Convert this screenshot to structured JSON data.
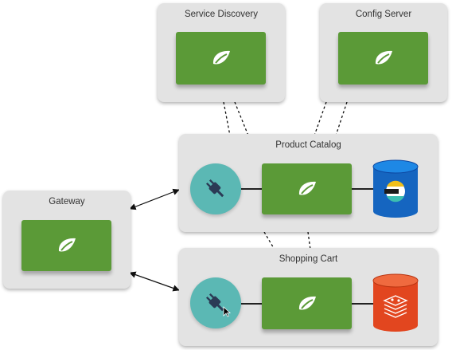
{
  "colors": {
    "panel_bg": "#e3e3e3",
    "service_green": "#5b9a37",
    "plug_teal": "#5bb8b4",
    "elastic_blue": "#1565c0",
    "redis_red": "#e2461f"
  },
  "panels": {
    "service_discovery": {
      "title": "Service Discovery",
      "icon": "spring-leaf-icon"
    },
    "config_server": {
      "title": "Config Server",
      "icon": "spring-leaf-icon"
    },
    "product_catalog": {
      "title": "Product Catalog",
      "icon": "spring-leaf-icon",
      "connector_icon": "plug-icon",
      "datastore_icon": "elasticsearch-database-icon"
    },
    "gateway": {
      "title": "Gateway",
      "icon": "spring-leaf-icon"
    },
    "shopping_cart": {
      "title": "Shopping Cart",
      "icon": "spring-leaf-icon",
      "connector_icon": "plug-icon",
      "datastore_icon": "redis-database-icon"
    }
  }
}
